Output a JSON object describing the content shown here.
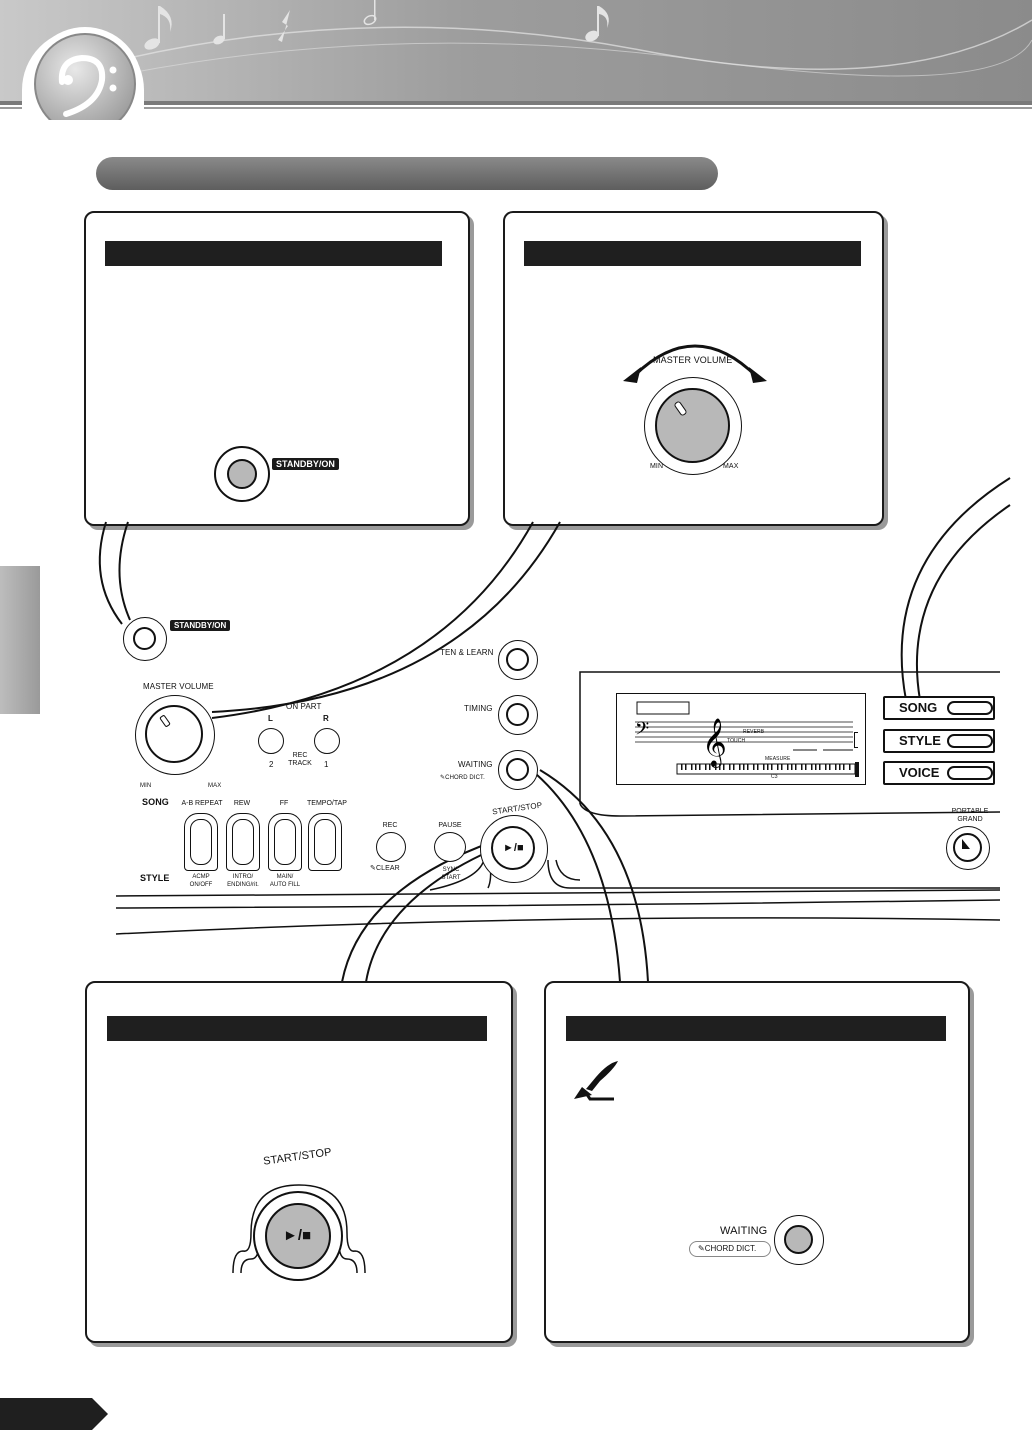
{
  "colors": {
    "bar": "#1f1f1f",
    "header_gray": "#9a9a9a",
    "panel_shadow": "#9a9a9a",
    "knob_gray": "#b8b8b8"
  },
  "icons": [
    "bass-clef-icon",
    "music-note-icon",
    "pen-icon",
    "play-stop-icon",
    "piano-icon"
  ],
  "panels": {
    "standby": {
      "tag": "STANDBY/ON"
    },
    "volume": {
      "title": "MASTER VOLUME",
      "min": "MIN",
      "max": "MAX"
    },
    "startstop": {
      "title": "START/STOP",
      "symbol": "►/■"
    },
    "waiting": {
      "label": "WAITING",
      "chord": "CHORD DICT."
    }
  },
  "panel_ui": {
    "standby_tag": "STANDBY/ON",
    "master_volume": "MASTER VOLUME",
    "min": "MIN",
    "max": "MAX",
    "listen_learn": "TEN & LEARN",
    "timing": "TIMING",
    "waiting": "WAITING",
    "chord_dict": "CHORD DICT.",
    "lesson_part": "ON PART",
    "l": "L",
    "r": "R",
    "rec_track": "REC\nTRACK",
    "track_2": "2",
    "track_1": "1",
    "song_label": "SONG",
    "style_label": "STYLE",
    "ab_repeat": "A-B REPEAT",
    "rew": "REW",
    "ff": "FF",
    "tempo_tap": "TEMPO/TAP",
    "acmp": "ACMP\nON/OFF",
    "intro": "INTRO/\nENDING/rit.",
    "main": "MAIN/\nAUTO FILL",
    "rec": "REC",
    "clear": "CLEAR",
    "pause": "PAUSE",
    "sync": "SYNC\nSTART",
    "start_stop": "START/STOP",
    "song_btn": "SONG",
    "style_btn": "STYLE",
    "voice_btn": "VOICE",
    "portable_grand": "PORTABLE\nGRAND",
    "lcd_reverb": "REVERB",
    "lcd_touch": "TOUCH",
    "lcd_measure": "MEASURE",
    "lcd_c3": "C3"
  }
}
